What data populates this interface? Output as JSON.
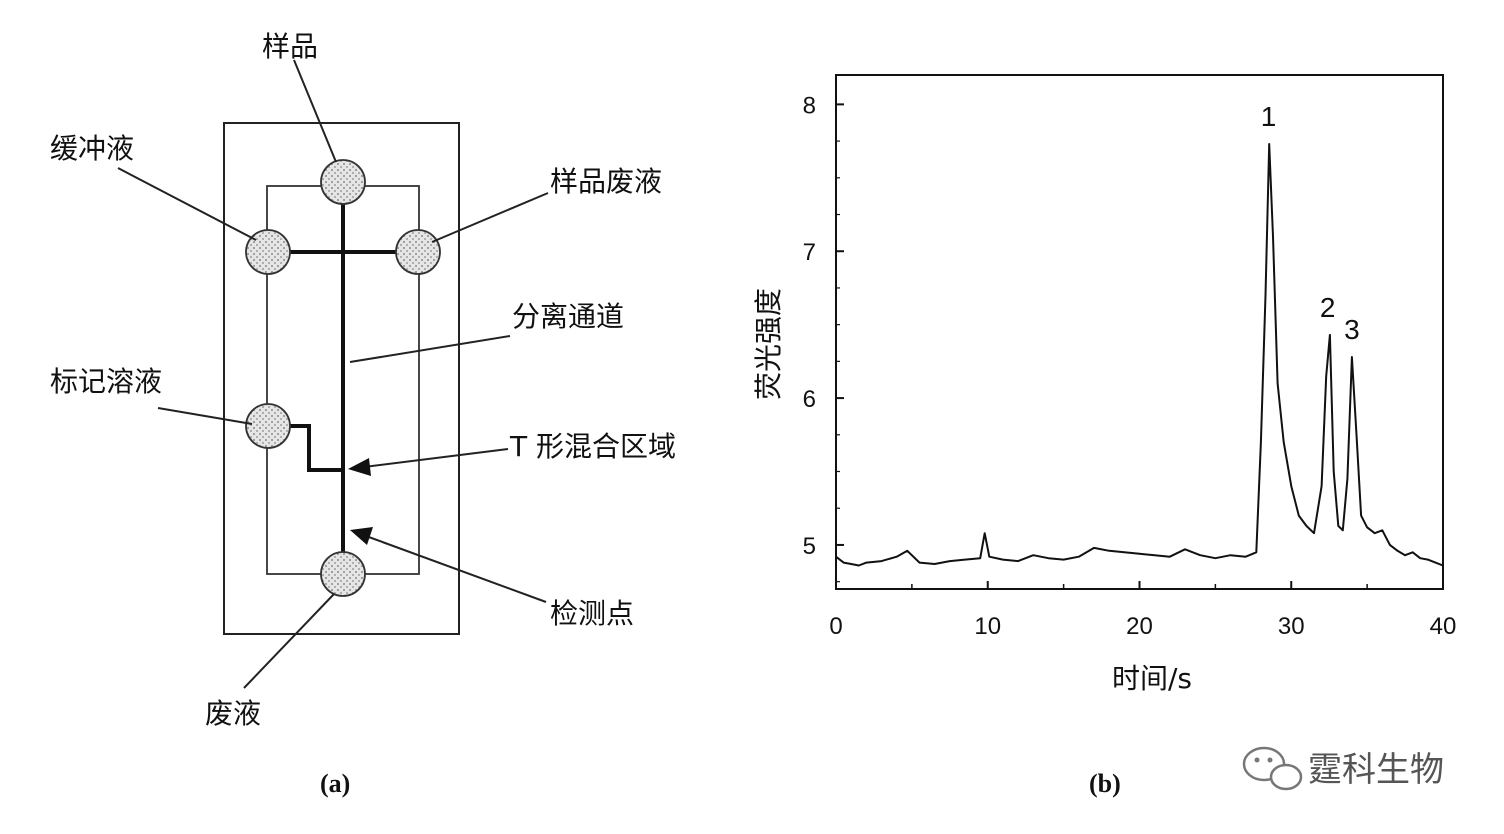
{
  "diagram": {
    "labels": {
      "sample": "样品",
      "buffer": "缓冲液",
      "sample_waste": "样品废液",
      "separation_channel": "分离通道",
      "label_solution": "标记溶液",
      "t_mixing": "T 形混合区域",
      "detection_point": "检测点",
      "waste": "废液"
    },
    "caption": "(a)"
  },
  "chart_data": {
    "type": "line",
    "xlabel": "时间/s",
    "ylabel": "荧光强度",
    "xlim": [
      0,
      40
    ],
    "ylim": [
      4.7,
      8.2
    ],
    "xticks": [
      0,
      10,
      20,
      30,
      40
    ],
    "yticks": [
      5,
      6,
      7,
      8
    ],
    "series": [
      {
        "x": [
          0,
          0.5,
          1,
          1.5,
          2,
          3,
          4,
          4.7,
          5.5,
          6.5,
          7.5,
          8.5,
          9.5,
          9.8,
          10.1,
          11,
          12,
          13,
          14,
          15,
          16,
          17,
          18,
          19,
          20,
          21,
          22,
          23,
          24,
          25,
          26,
          27,
          27.7,
          28.0,
          28.3,
          28.55,
          28.8,
          29.1,
          29.5,
          30,
          30.5,
          31,
          31.5,
          32.0,
          32.3,
          32.55,
          32.8,
          33.1,
          33.4,
          33.7,
          34.0,
          34.3,
          34.6,
          35,
          35.5,
          36,
          36.5,
          37,
          37.5,
          38,
          38.5,
          39,
          39.5,
          40
        ],
        "y": [
          4.92,
          4.88,
          4.87,
          4.86,
          4.88,
          4.89,
          4.92,
          4.96,
          4.88,
          4.87,
          4.89,
          4.9,
          4.91,
          5.08,
          4.92,
          4.9,
          4.89,
          4.93,
          4.91,
          4.9,
          4.92,
          4.98,
          4.96,
          4.95,
          4.94,
          4.93,
          4.92,
          4.97,
          4.93,
          4.91,
          4.93,
          4.92,
          4.95,
          5.7,
          6.7,
          7.73,
          7.1,
          6.1,
          5.7,
          5.4,
          5.2,
          5.13,
          5.08,
          5.4,
          6.15,
          6.43,
          5.5,
          5.13,
          5.1,
          5.45,
          6.28,
          5.75,
          5.2,
          5.12,
          5.08,
          5.1,
          5.0,
          4.96,
          4.93,
          4.95,
          4.91,
          4.9,
          4.88,
          4.86
        ]
      }
    ],
    "annotations": [
      {
        "text": "1",
        "x": 28.5,
        "y": 7.73
      },
      {
        "text": "2",
        "x": 32.4,
        "y": 6.43
      },
      {
        "text": "3",
        "x": 34.0,
        "y": 6.28
      }
    ],
    "caption": "(b)"
  },
  "watermark": "霆科生物"
}
